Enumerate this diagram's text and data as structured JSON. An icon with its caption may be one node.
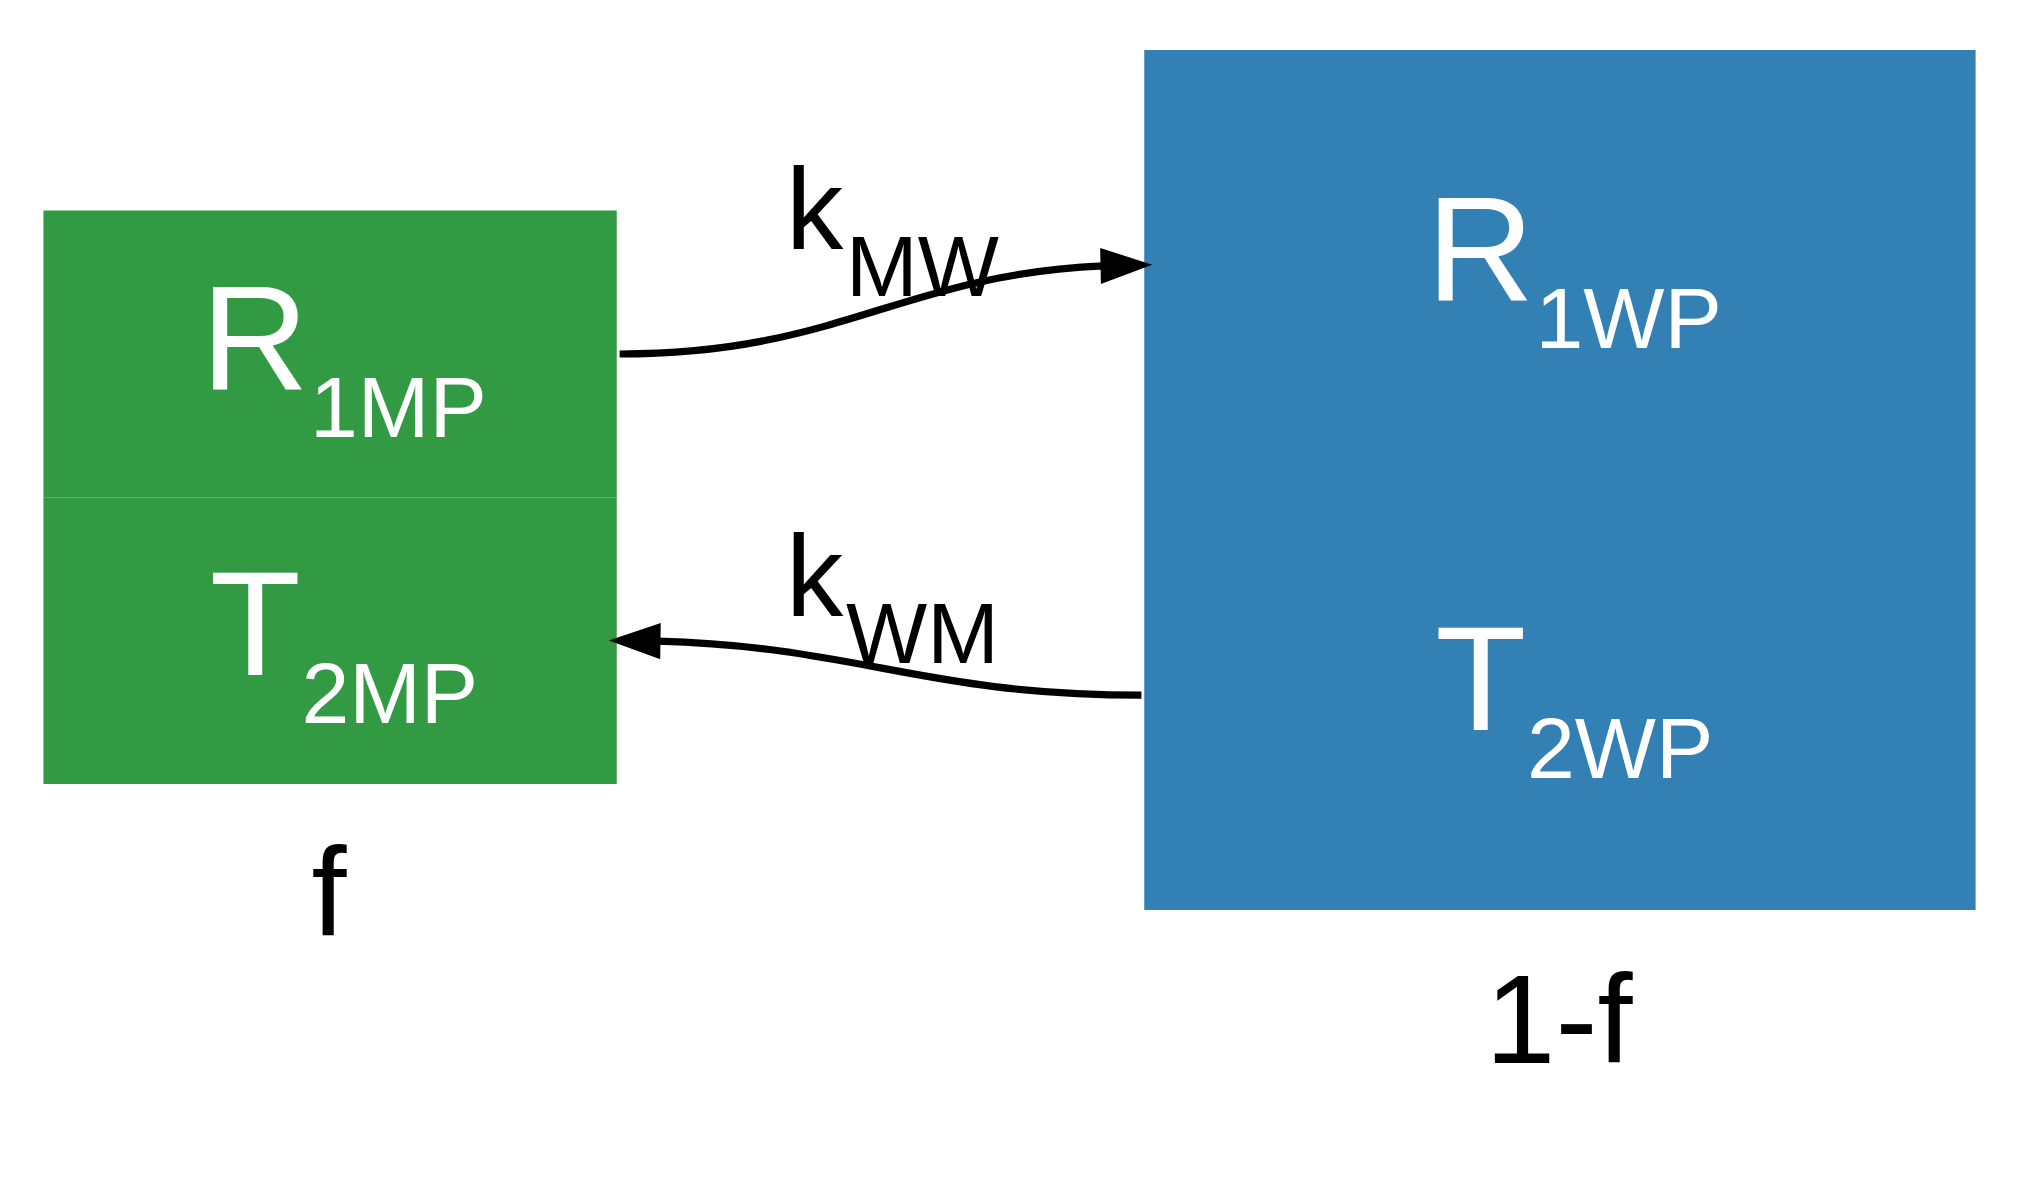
{
  "diagram": {
    "nodes": [
      {
        "text": [
          "R$_{1MP}$",
          "T$_{2MP}$"
        ],
        "beside": [
          "f"
        ]
      },
      {
        "text": [
          "R$_{1WP}$",
          "T$_{2WP}$"
        ],
        "beside": [
          "1-f"
        ]
      }
    ],
    "edges": [
      {
        "from": 0,
        "to": 1,
        "arrow": "to",
        "label": "k$_{MW}$"
      },
      {
        "from": 1,
        "to": 0,
        "arrow": "to",
        "label": "k$_{WM}$"
      }
    ]
  }
}
